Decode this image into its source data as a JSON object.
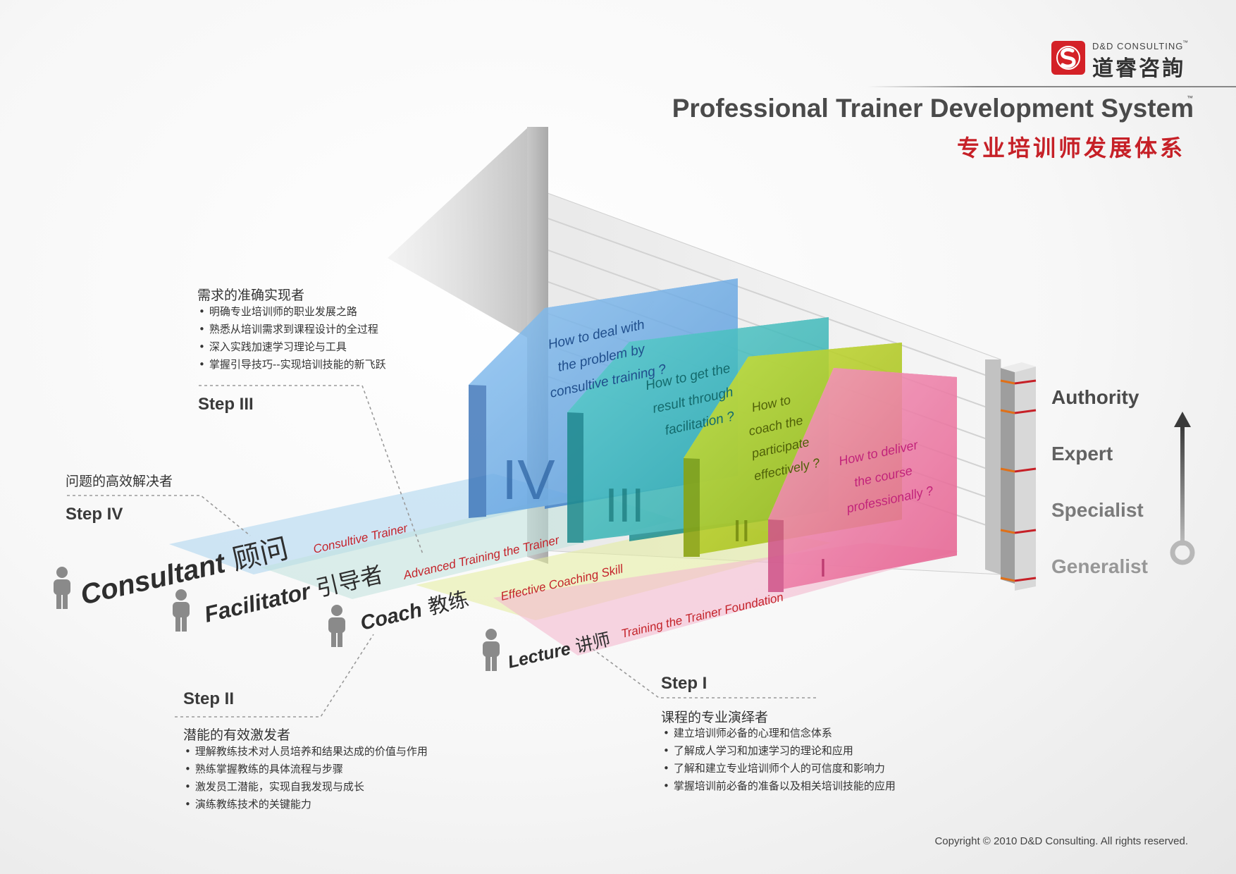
{
  "brand": {
    "name_en": "D&D CONSULTING",
    "tm": "™",
    "name_cn": "道睿咨詢"
  },
  "title": {
    "en": "Professional Trainer Development System",
    "tm": "™",
    "cn": "专业培训师发展体系"
  },
  "levels": [
    "Authority",
    "Expert",
    "Specialist",
    "Generalist"
  ],
  "colors": {
    "brand_red": "#c62027",
    "level_iv": "#5ea3e0",
    "level_iii": "#2fb4b5",
    "level_ii": "#a8c419",
    "level_i": "#e86c9d",
    "lane_label_red": "#c4232a"
  },
  "blocks": [
    {
      "numeral": "IV",
      "question": [
        "How to deal with",
        "the problem by",
        "consultive training ?"
      ]
    },
    {
      "numeral": "III",
      "question": [
        "How to get the",
        "result through",
        "facilitation ?"
      ]
    },
    {
      "numeral": "II",
      "question": [
        "How to",
        "coach the",
        "participate",
        "effectively ?"
      ]
    },
    {
      "numeral": "I",
      "question": [
        "How to deliver",
        "the course",
        "professionally ?"
      ]
    }
  ],
  "roles": [
    {
      "en": "Consultant",
      "cn": "顾问",
      "program": "Consultive Trainer"
    },
    {
      "en": "Facilitator",
      "cn": "引导者",
      "program": "Advanced Training the Trainer"
    },
    {
      "en": "Coach",
      "cn": "教练",
      "program": "Effective Coaching Skill"
    },
    {
      "en": "Lecture",
      "cn": "讲师",
      "program": "Training the Trainer Foundation"
    }
  ],
  "steps": {
    "step3": {
      "title": "Step III",
      "subtitle": "需求的准确实现者",
      "bullets": [
        "明确专业培训师的职业发展之路",
        "熟悉从培训需求到课程设计的全过程",
        "深入实践加速学习理论与工具",
        "掌握引导技巧--实现培训技能的新飞跃"
      ]
    },
    "step4": {
      "title": "Step IV",
      "subtitle": "问题的高效解决者"
    },
    "step2": {
      "title": "Step II",
      "subtitle": "潜能的有效激发者",
      "bullets": [
        "理解教练技术对人员培养和结果达成的价值与作用",
        "熟练掌握教练的具体流程与步骤",
        "激发员工潜能，实现自我发现与成长",
        "演练教练技术的关键能力"
      ]
    },
    "step1": {
      "title": "Step I",
      "subtitle": "课程的专业演绎者",
      "bullets": [
        "建立培训师必备的心理和信念体系",
        "了解成人学习和加速学习的理论和应用",
        "了解和建立专业培训师个人的可信度和影响力",
        "掌握培训前必备的准备以及相关培训技能的应用"
      ]
    }
  },
  "copyright": "Copyright © 2010 D&D Consulting. All rights reserved."
}
